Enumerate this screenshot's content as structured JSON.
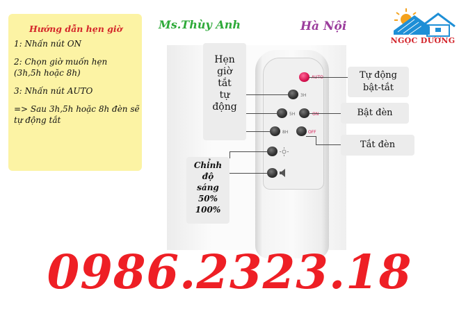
{
  "guide": {
    "title": "Hướng dẫn hẹn giờ",
    "steps": [
      "1: Nhấn nút ON",
      "2: Chọn giờ muốn hẹn (3h,5h hoặc 8h)",
      "3: Nhấn nút AUTO",
      "=> Sau 3h,5h hoặc 8h đèn sẽ tự động tắt"
    ]
  },
  "author": "Ms.Thùy Anh",
  "city": "Hà Nội",
  "brand": {
    "name": "NGỌC DƯƠNG",
    "colors": {
      "text": "#d3242b",
      "roof": "#1e8fd6",
      "sun": "#f4a21d"
    }
  },
  "remote": {
    "buttons": [
      {
        "label": "AUTO",
        "color": "red"
      },
      {
        "label": "3H",
        "color": "black"
      },
      {
        "label": "5H",
        "color": "black"
      },
      {
        "label": "ON",
        "color": "black"
      },
      {
        "label": "8H",
        "color": "black"
      },
      {
        "label": "OFF",
        "color": "black"
      },
      {
        "label": "",
        "icon": "brightness-icon",
        "color": "black"
      },
      {
        "label": "",
        "icon": "speaker-icon",
        "color": "black"
      }
    ]
  },
  "callouts": {
    "timer": [
      "Hẹn",
      "giờ",
      "tắt",
      "tự",
      "động"
    ],
    "brightness": [
      "Chỉnh",
      "độ",
      "sáng",
      "50%",
      "100%"
    ],
    "auto": [
      "Tự động",
      "bật-tắt"
    ],
    "on": "Bật đèn",
    "off": "Tắt đèn"
  },
  "phone": "0986.2323.18",
  "colors": {
    "phone": "#ee1f25",
    "guide_bg": "#fcf3a4",
    "guide_title": "#d4262a",
    "author": "#2eaa39",
    "city": "#9b3d9c"
  }
}
